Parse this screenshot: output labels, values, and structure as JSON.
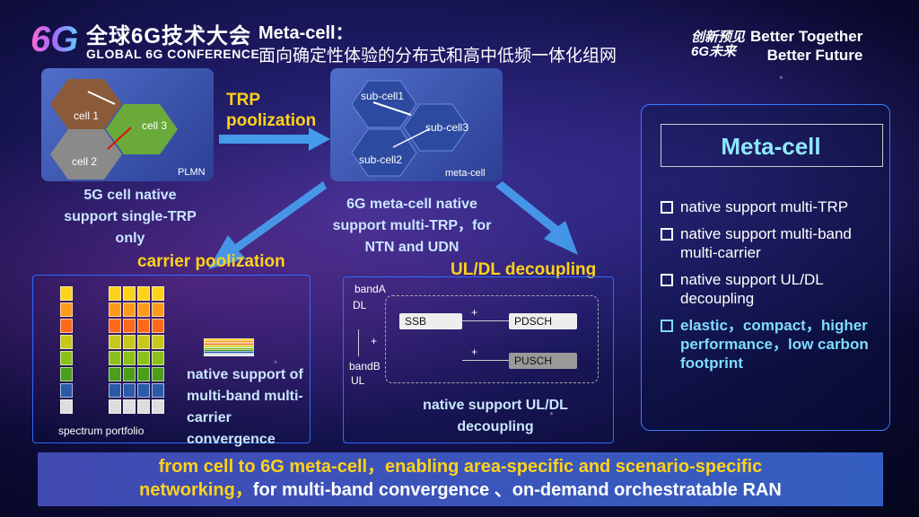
{
  "header": {
    "logo_6g": "6G",
    "conference_cn": "全球6G技术大会",
    "conference_en": "GLOBAL 6G CONFERENCE",
    "title_en": "Meta-cell：",
    "title_cn": "面向确定性体验的分布式和高中低频一体化组网",
    "slogan_cn_1": "创新预见",
    "slogan_cn_2": "6G未来",
    "slogan_en_1": "Better Together",
    "slogan_en_2": "Better Future"
  },
  "cells": {
    "cell1": "cell  1",
    "cell2": "cell  2",
    "cell3": "cell  3",
    "plmn": "PLMN",
    "caption": [
      "5G cell native",
      "support  single-TRP",
      "only"
    ]
  },
  "trp": {
    "label_1": "TRP",
    "label_2": "poolization"
  },
  "meta": {
    "sub1": "sub-cell1",
    "sub2": "sub-cell2",
    "sub3": "sub-cell3",
    "name": "meta-cell",
    "caption": [
      "6G meta-cell native",
      "support multi-TRP，for",
      "NTN and UDN"
    ]
  },
  "carrier": {
    "label": "carrier poolization",
    "spectrum": "spectrum portfolio",
    "caption": [
      "native support of",
      "multi-band multi-",
      "carrier",
      "convergence"
    ],
    "colors": [
      "#ffd21a",
      "#ff9a1a",
      "#ff6a1a",
      "#c8c81a",
      "#8ac21a",
      "#4a9e1a",
      "#2a5aa8",
      "#dddddd"
    ]
  },
  "ul": {
    "label": "UL/DL decoupling",
    "bandA": "bandA",
    "dl": "DL",
    "bandB": "bandB",
    "ul": "UL",
    "plus": "+",
    "ssb": "SSB",
    "pdsch": "PDSCH",
    "pusch": "PUSCH",
    "caption": [
      "native support UL/DL",
      "decoupling"
    ]
  },
  "right": {
    "title": "Meta-cell",
    "items": [
      "native support multi-TRP",
      "native support multi-band multi-carrier",
      "native support UL/DL decoupling",
      "elastic，compact，higher performance，low carbon footprint"
    ]
  },
  "bottom": {
    "line1": "from cell to 6G meta-cell，enabling area-specific and scenario-specific",
    "line2a": "networking，",
    "line2b": "for multi-band convergence 、on-demand orchestratable RAN"
  }
}
